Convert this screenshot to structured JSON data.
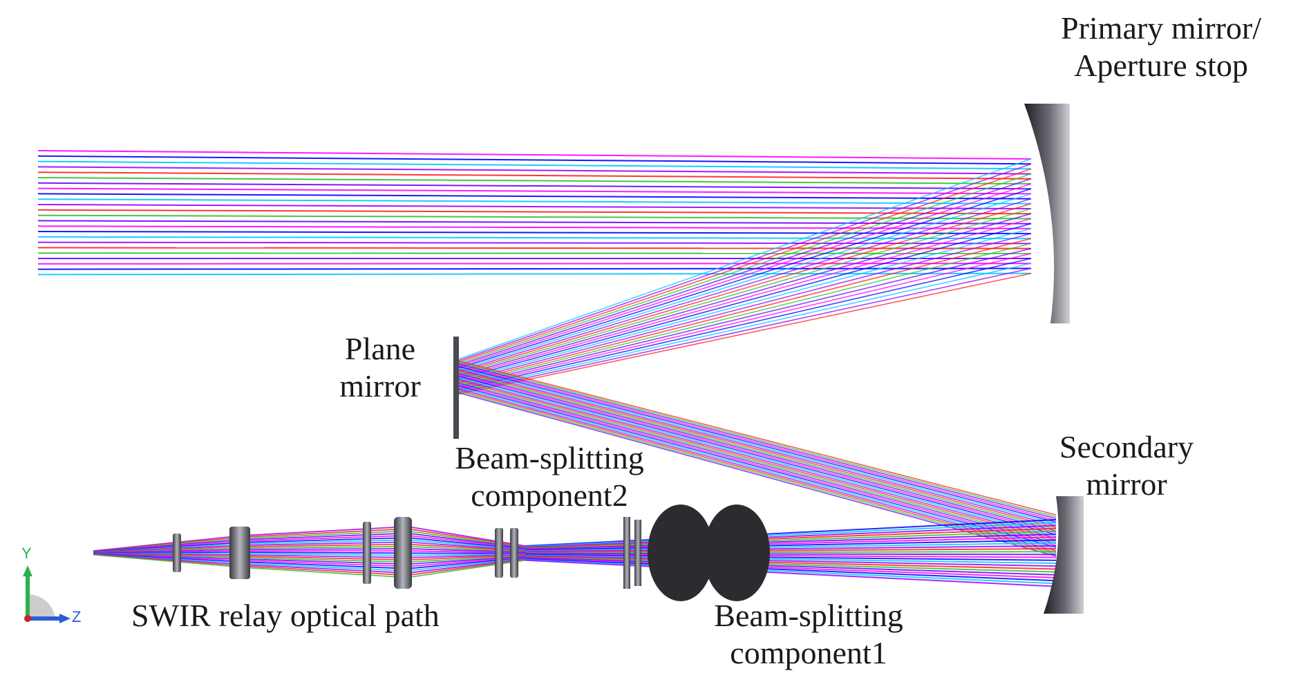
{
  "labels": {
    "primary_mirror": [
      "Primary mirror/",
      "Aperture stop"
    ],
    "plane_mirror": [
      "Plane",
      "mirror"
    ],
    "beam_splitting_2": [
      "Beam-splitting",
      "component2"
    ],
    "secondary_mirror": [
      "Secondary",
      "mirror"
    ],
    "swir_relay": "SWIR relay optical path",
    "beam_splitting_1": [
      "Beam-splitting",
      "component1"
    ]
  },
  "axes": {
    "y": "Y",
    "z": "Z"
  },
  "colors": {
    "ray_palette": [
      "#ff00ff",
      "#0000ff",
      "#00c8ff",
      "#9b00ff",
      "#ff2020",
      "#30c030",
      "#6a00ff"
    ],
    "component_dark": "#2e2e33",
    "component_light": "#9a9aa2",
    "axis_y": "#2bb24c",
    "axis_z": "#2a5bd7",
    "axis_x": "#d02020"
  },
  "icons": [
    "axis-triad-icon"
  ]
}
